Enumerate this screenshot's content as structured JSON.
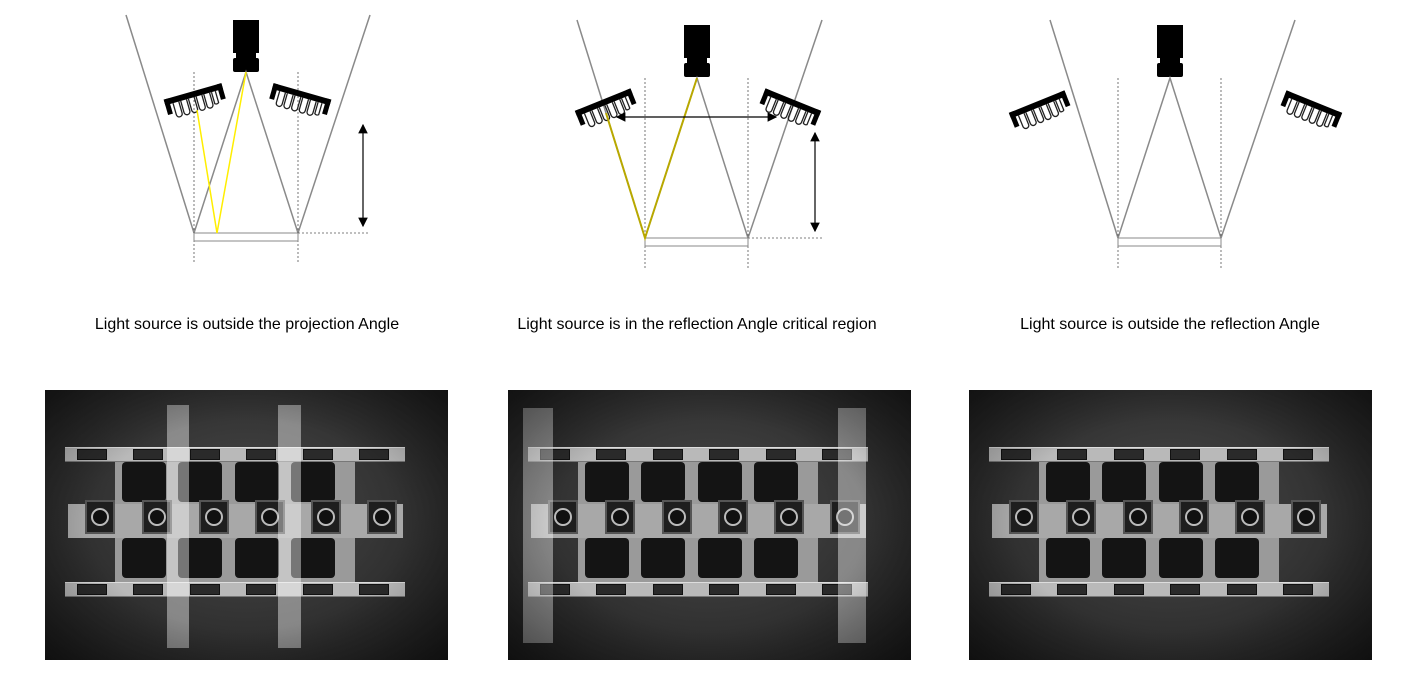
{
  "panels": [
    {
      "caption": "Light source is outside the projection Angle",
      "highlight_color": "#ffee00",
      "photo_glare_stripes": 2
    },
    {
      "caption": "Light source is in the reflection Angle critical region",
      "highlight_color": "#b8a800",
      "photo_glare_stripes": 2
    },
    {
      "caption": "Light source is outside the reflection Angle",
      "highlight_color": null,
      "photo_glare_stripes": 0
    }
  ],
  "colors": {
    "lines": "#8a8a8a",
    "arrows": "#000000"
  }
}
